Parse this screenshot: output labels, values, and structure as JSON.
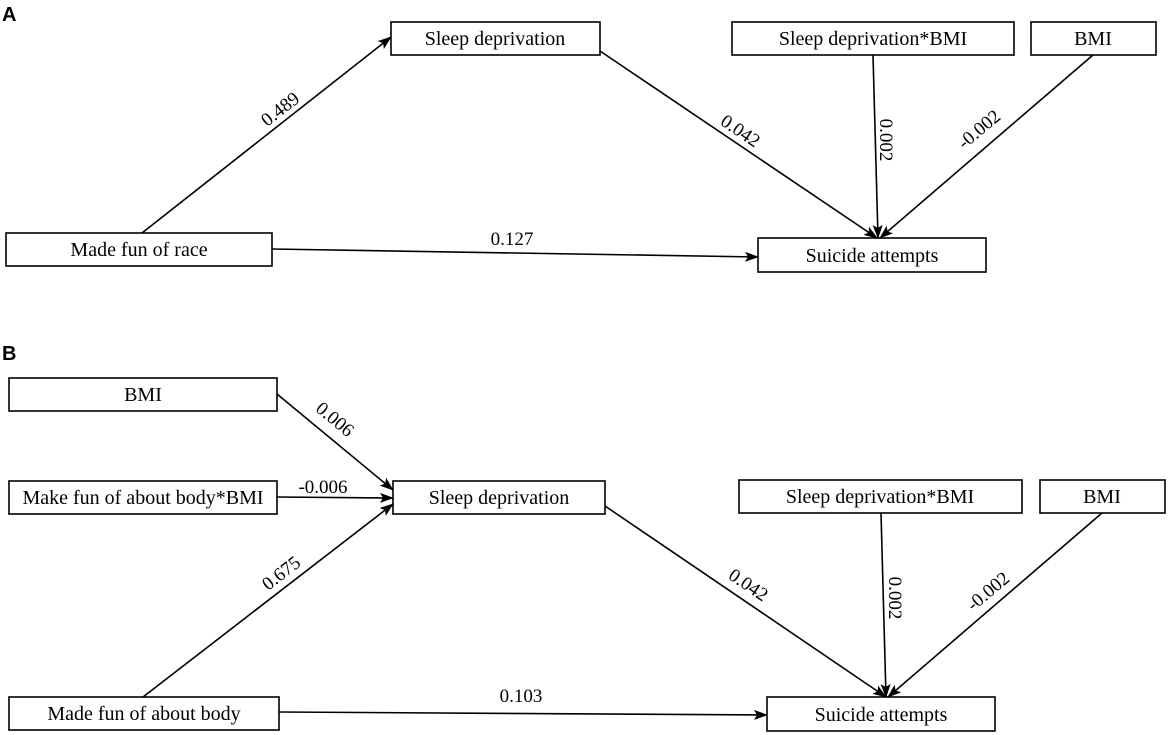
{
  "panels": [
    {
      "letter": "A",
      "nodes": {
        "made_fun": "Made fun of race",
        "sleep": "Sleep deprivation",
        "interaction": "Sleep deprivation*BMI",
        "bmi": "BMI",
        "suicide": "Suicide attempts"
      },
      "paths": {
        "made_fun_to_sleep": "0.489",
        "made_fun_to_suicide": "0.127",
        "sleep_to_suicide": "0.042",
        "interaction_to_suicide": "0.002",
        "bmi_to_suicide": "-0.002"
      }
    },
    {
      "letter": "B",
      "nodes": {
        "bmi_left": "BMI",
        "interaction_left": "Make fun of about body*BMI",
        "made_fun": "Made fun of about body",
        "sleep": "Sleep deprivation",
        "interaction": "Sleep deprivation*BMI",
        "bmi": "BMI",
        "suicide": "Suicide attempts"
      },
      "paths": {
        "bmi_left_to_sleep": "0.006",
        "interaction_left_to_sleep": "-0.006",
        "made_fun_to_sleep": "0.675",
        "made_fun_to_suicide": "0.103",
        "sleep_to_suicide": "0.042",
        "interaction_to_suicide": "0.002",
        "bmi_to_suicide": "-0.002"
      }
    }
  ]
}
